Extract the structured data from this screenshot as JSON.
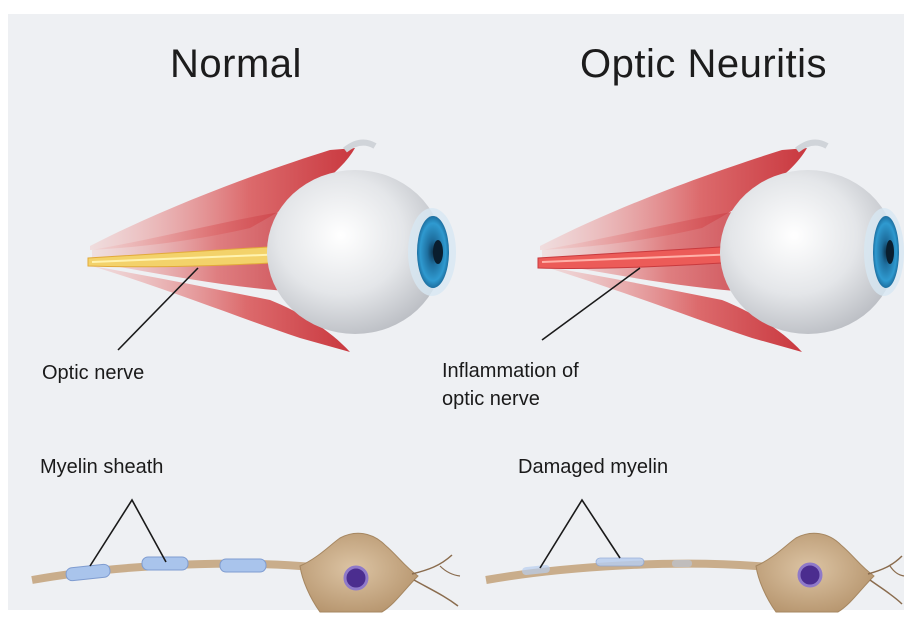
{
  "panels": {
    "normal": {
      "title": "Normal",
      "nerve_label": "Optic nerve",
      "myelin_label": "Myelin sheath"
    },
    "neuritis": {
      "title": "Optic Neuritis",
      "nerve_label_line1": "Inflammation of",
      "nerve_label_line2": "optic nerve",
      "myelin_label": "Damaged myelin"
    }
  },
  "colors": {
    "background": "#eef0f3",
    "muscle": "#d9545a",
    "healthy_nerve": "#f3c94a",
    "inflamed_nerve": "#e8524f",
    "iris": "#2b8fc7",
    "myelin": "#a9c4ec",
    "neuron_body": "#c9ad8b",
    "nucleus": "#4b2d8f"
  }
}
